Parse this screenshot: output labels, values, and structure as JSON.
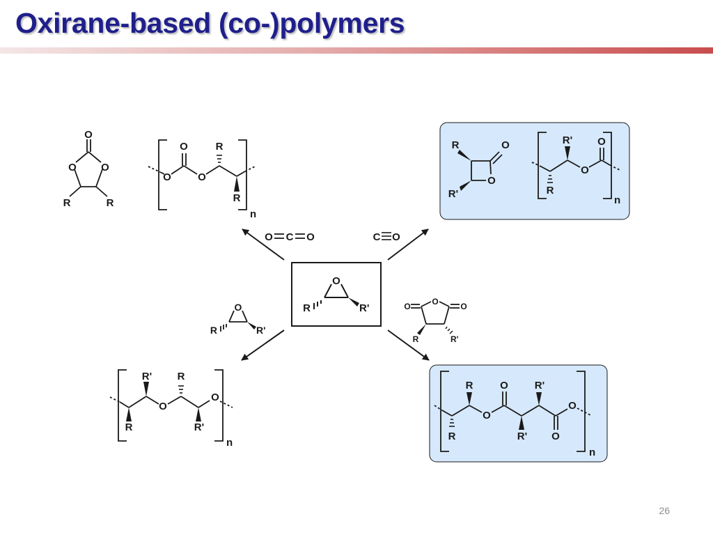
{
  "slide": {
    "title": "Oxirane-based (co-)polymers",
    "page_number": "26"
  },
  "colors": {
    "title": "#1f1f8c",
    "highlight_fill": "#d6e8fb",
    "highlight_border": "#1a1a1a",
    "rule_end": "#c84d4d"
  },
  "atoms": {
    "O": "O",
    "R": "R",
    "Rp": "R'",
    "n": "n"
  },
  "reagents": {
    "co2": "O=C=O",
    "co": "C≡O",
    "co2_O": "O",
    "co2_C": "C",
    "co_C": "C",
    "co_O": "O"
  },
  "schemes": {
    "cyclic_carbonate": "cyclic carbonate",
    "polycarbonate": "polycarbonate",
    "beta_lactone": "beta-lactone",
    "polyester_co": "polyester",
    "polyether": "polyether",
    "polyester_anhydride": "polyester",
    "epoxide": "epoxide",
    "comonomer_epoxide": "epoxide",
    "anhydride": "anhydride"
  }
}
